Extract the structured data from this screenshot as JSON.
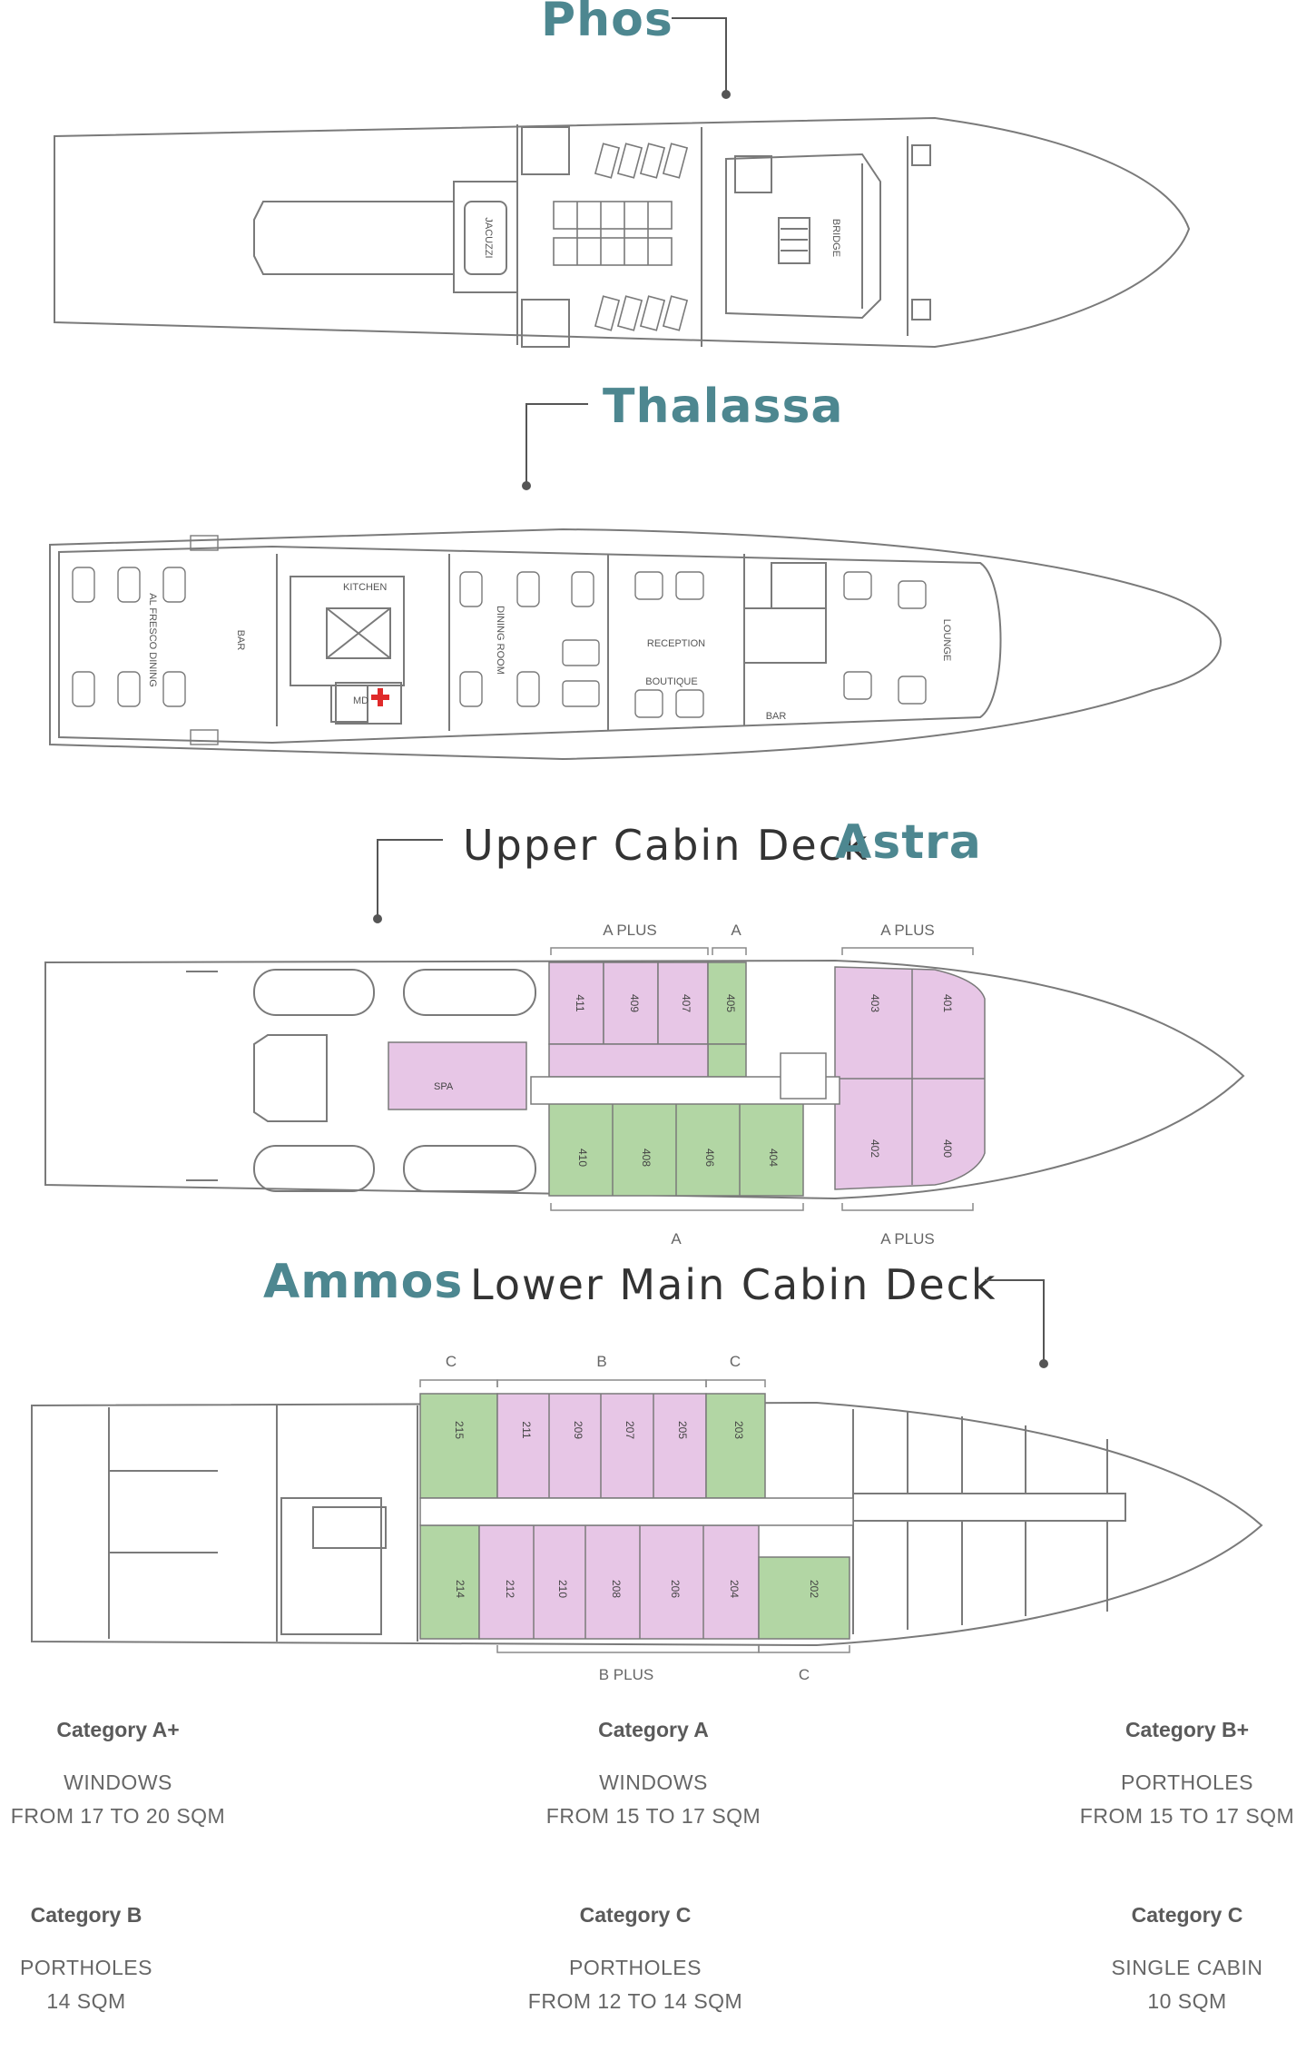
{
  "decks": {
    "phos": {
      "name": "Phos",
      "labels": {
        "jacuzzi": "JACUZZI",
        "bridge": "BRIDGE"
      }
    },
    "thalassa": {
      "name": "Thalassa",
      "labels": {
        "kitchen": "KITCHEN",
        "al_fresco": "AL FRESCO DINING",
        "bar_aft": "BAR",
        "dining_room": "DINING ROOM",
        "md": "MD",
        "reception": "RECEPTION",
        "boutique": "BOUTIQUE",
        "bar_fwd": "BAR",
        "lounge": "LOUNGE"
      }
    },
    "astra": {
      "prefix": "Upper Cabin Deck",
      "name": "Astra",
      "top_labels": [
        "A PLUS",
        "A",
        "A PLUS"
      ],
      "bottom_labels": [
        "A",
        "A PLUS"
      ],
      "spa": "SPA",
      "cabins_top": [
        "411",
        "409",
        "407",
        "405",
        "403",
        "401"
      ],
      "cabins_bottom": [
        "410",
        "408",
        "406",
        "404",
        "402",
        "400"
      ]
    },
    "ammos": {
      "name": "Ammos",
      "suffix": "Lower Main Cabin Deck",
      "top_labels": [
        "C",
        "B",
        "C"
      ],
      "bottom_labels": [
        "B PLUS",
        "C"
      ],
      "cabins_top": [
        "215",
        "211",
        "209",
        "207",
        "205",
        "203"
      ],
      "cabins_bottom": [
        "214",
        "212",
        "210",
        "208",
        "206",
        "204",
        "202"
      ]
    }
  },
  "colors": {
    "pink": "#e7c6e6",
    "green": "#b2d6a4",
    "teal": "#4d8790",
    "outline": "#7a7a7a"
  },
  "legend": [
    {
      "name": "Category A+",
      "line1": "WINDOWS",
      "line2": "FROM 17 TO 20 SQM"
    },
    {
      "name": "Category A",
      "line1": "WINDOWS",
      "line2": "FROM 15 TO 17 SQM"
    },
    {
      "name": "Category B+",
      "line1": "PORTHOLES",
      "line2": "FROM 15 TO 17 SQM"
    },
    {
      "name": "Category B",
      "line1": "PORTHOLES",
      "line2": "14 SQM"
    },
    {
      "name": "Category C",
      "line1": "PORTHOLES",
      "line2": "FROM 12 TO 14 SQM"
    },
    {
      "name": "Category C",
      "line1": "SINGLE CABIN",
      "line2": "10 SQM"
    }
  ]
}
